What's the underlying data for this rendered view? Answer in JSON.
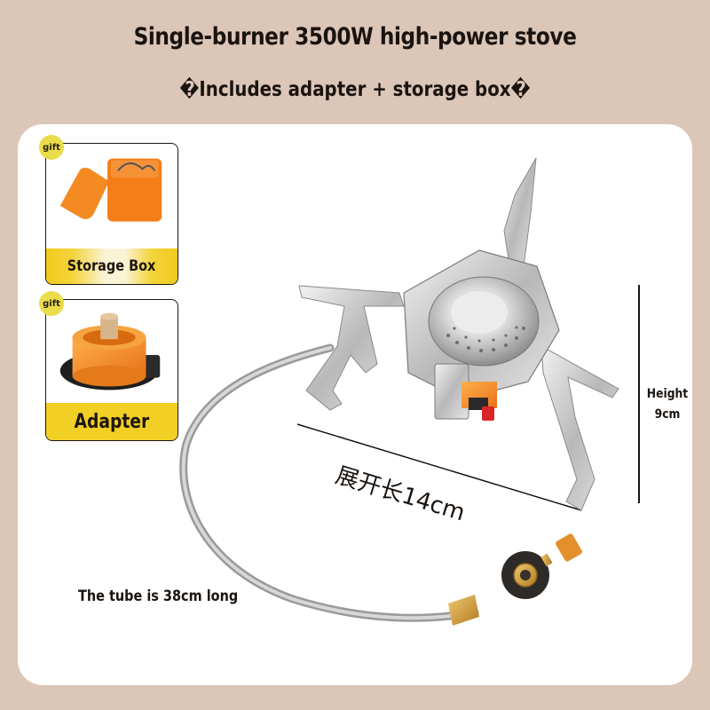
{
  "header": {
    "title": "Single-burner 3500W high-power stove",
    "subtitle": "�Includes adapter + storage box�"
  },
  "gifts": [
    {
      "badge": "gift",
      "label": "Storage Box",
      "image": "orange-storage-box"
    },
    {
      "badge": "gift",
      "label": "Adapter",
      "image": "orange-gas-adapter"
    }
  ],
  "product": {
    "image": "folding-camping-stove-with-hose",
    "unfolded_length_label": "展开长14cm",
    "height_label_line1": "Height",
    "height_label_line2": "9cm",
    "tube_label": "The tube is 38cm long"
  },
  "colors": {
    "background": "#dcc6b8",
    "card": "#ffffff",
    "label_yellow": "#f2cf24",
    "badge_yellow": "#eadc4a",
    "accent_orange": "#f08a1e",
    "text": "#1a1410"
  }
}
